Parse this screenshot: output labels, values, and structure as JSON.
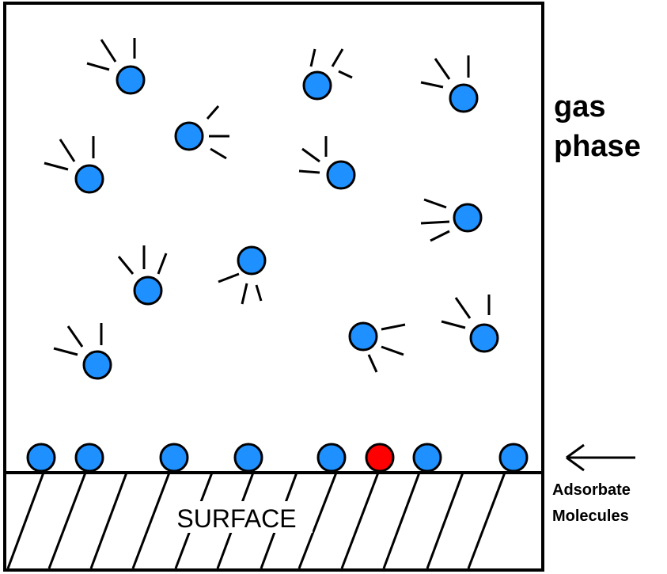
{
  "labels": {
    "gas_line1": "gas",
    "gas_line2": "phase",
    "surface": "SURFACE",
    "adsorbate_line1": "Adsorbate",
    "adsorbate_line2": "Molecules"
  },
  "colors": {
    "molecule": "#1e90ff",
    "highlighted_molecule": "#ff0000",
    "outline": "#000000",
    "background": "#ffffff"
  },
  "icons": {
    "arrow": "arrow-left-icon"
  }
}
